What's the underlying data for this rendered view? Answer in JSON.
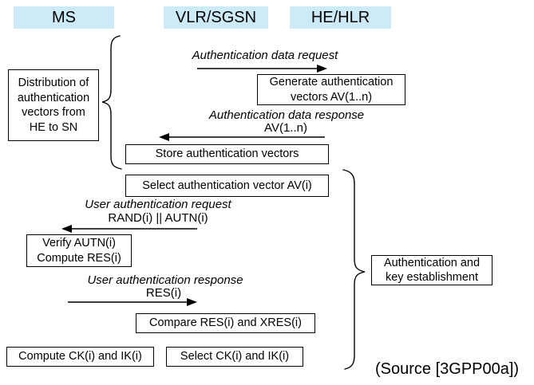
{
  "colors": {
    "header_bg": "#cdeaf8",
    "box_border": "#000000",
    "text": "#000000",
    "background": "#ffffff"
  },
  "columns": [
    {
      "label": "MS"
    },
    {
      "label": "VLR/SGSN"
    },
    {
      "label": "HE/HLR"
    }
  ],
  "messages": [
    {
      "label": "Authentication data request",
      "params": "",
      "direction": "right"
    },
    {
      "label": "Authentication data response",
      "params": "AV(1..n)",
      "direction": "left"
    },
    {
      "label": "User authentication request",
      "params": "RAND(i) || AUTN(i)",
      "direction": "left"
    },
    {
      "label": "User authentication response",
      "params": "RES(i)",
      "direction": "right"
    }
  ],
  "boxes": {
    "distribution": {
      "lines": [
        "Distribution of",
        "authentication",
        "vectors from",
        "HE to SN"
      ]
    },
    "generate": {
      "lines": [
        "Generate authentication",
        "vectors AV(1..n)"
      ]
    },
    "store": {
      "text": "Store authentication vectors"
    },
    "select_av": {
      "text": "Select authentication vector AV(i)"
    },
    "verify": {
      "lines": [
        "Verify AUTN(i)",
        "Compute RES(i)"
      ]
    },
    "compare": {
      "text": "Compare RES(i) and XRES(i)"
    },
    "compute_ck": {
      "text": "Compute CK(i) and IK(i)"
    },
    "select_ck": {
      "text": "Select CK(i) and IK(i)"
    },
    "auth_establishment": {
      "lines": [
        "Authentication and",
        "key establishment"
      ]
    }
  },
  "source_note": "(Source [3GPP00a])"
}
